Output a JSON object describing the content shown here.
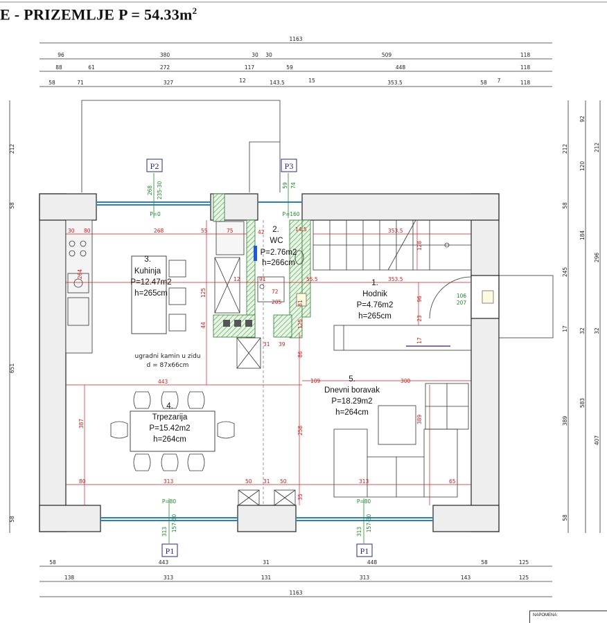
{
  "title": {
    "prefix": "E - PRIZEMLJE  P = 54.33m",
    "sup": "2"
  },
  "note_label": "NAPOMENA:",
  "top_dims": {
    "total": "1163",
    "row1": [
      "96",
      "380",
      "30",
      "30",
      "509",
      "118"
    ],
    "row2": [
      "88",
      "61",
      "272",
      "117",
      "59",
      "448",
      "118"
    ],
    "row3": [
      "58",
      "71",
      "327",
      "12",
      "143.5",
      "15",
      "353.5",
      "58",
      "7",
      "118"
    ]
  },
  "bottom_dims": {
    "row1": [
      "58",
      "443",
      "31",
      "448",
      "58",
      "125"
    ],
    "row2": [
      "138",
      "313",
      "131",
      "313",
      "143",
      "125"
    ],
    "total": "1163"
  },
  "left_dims": [
    "212",
    "58",
    "651",
    "58"
  ],
  "right_dims": {
    "col1": [
      "212",
      "58",
      "245",
      "17",
      "389",
      "58"
    ],
    "col2": [
      "92",
      "120",
      "184",
      "32",
      "583"
    ],
    "col3": [
      "212",
      "296",
      "32",
      "407"
    ]
  },
  "rooms": [
    {
      "num": "3.",
      "name": "Kuhinja",
      "area": "P=12.47m2",
      "height": "h=265cm"
    },
    {
      "num": "2.",
      "name": "WC",
      "area": "P=2.76m2",
      "height": "h=266cm"
    },
    {
      "num": "1.",
      "name": "Hodnik",
      "area": "P=4.76m2",
      "height": "h=265cm"
    },
    {
      "num": "4.",
      "name": "Trpezarija",
      "area": "P=15.42m2",
      "height": "h=264cm"
    },
    {
      "num": "5.",
      "name": "Dnevni boravak",
      "area": "P=18.29m2",
      "height": "h=264cm"
    }
  ],
  "fireplace": {
    "line1": "ugradni kamin u zidu",
    "line2": "d = 87x66cm"
  },
  "tags": [
    "P2",
    "P3",
    "P1",
    "P1"
  ],
  "window_labels": {
    "p2_a": "268",
    "p2_b": "235-30",
    "p2_sill": "P=0",
    "p3_a": "59",
    "p3_b": "74",
    "p3_sill": "P=160",
    "p1_a": "313",
    "p1_b": "157-30",
    "p1_sill": "P=80",
    "p1b_a": "313",
    "p1b_b": "157-30",
    "p1b_sill": "P=80",
    "door": "106",
    "door2": "207"
  },
  "red_dims": {
    "kitchen_w": "268",
    "k30": "30",
    "k80": "80",
    "k55": "55",
    "k75": "75",
    "k12": "12",
    "k42": "42",
    "k125": "125",
    "k44": "44",
    "k264": "264",
    "wc_91": "91",
    "wc_72": "72",
    "wc_205": "205",
    "wc_145": "14.5",
    "wc_555": "55.5",
    "wc_81": "81",
    "h_3535": "353.5",
    "h_3535b": "353.5",
    "h_128": "128",
    "h_96": "96",
    "h_23": "23",
    "h_17": "17",
    "h_125": "125",
    "f_31": "31",
    "f_39": "39",
    "f_86": "86",
    "dining_w": "443",
    "d_387": "387",
    "d_258": "258",
    "d_35": "35",
    "living_109": "109",
    "living_300": "300",
    "living_389": "389",
    "b_80": "80",
    "b_313": "313",
    "b_50": "50",
    "b_31": "31",
    "b_50b": "50",
    "b_313b": "313",
    "b_65": "65"
  },
  "colors": {
    "wall_fill": "#eeeeee",
    "dims_red": "#d21b1b",
    "window": "#2a7fc0",
    "green": "#1f8a2a",
    "tag_blue": "#1e2a8a"
  }
}
